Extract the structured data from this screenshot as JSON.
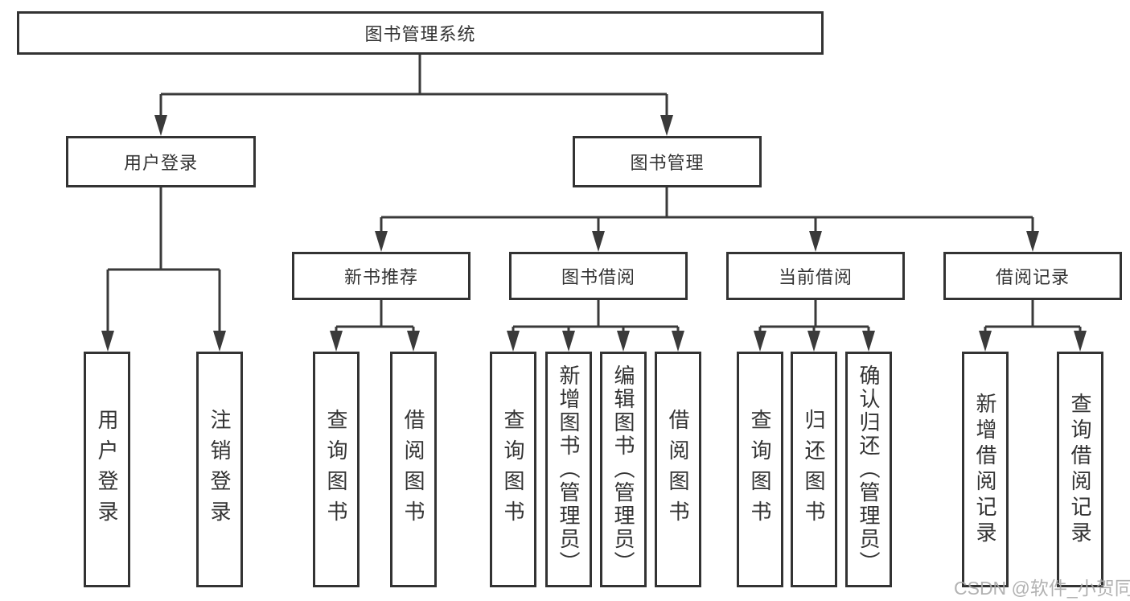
{
  "watermark": "CSDN @软件_小贺同学",
  "colors": {
    "line": "#3a3a3a",
    "border": "#333333",
    "text": "#333333",
    "watermark": "#aaaaaa",
    "background": "#ffffff"
  },
  "nodes": {
    "root": {
      "label": "图书管理系统"
    },
    "user_login": {
      "label": "用户登录"
    },
    "book_mgmt": {
      "label": "图书管理"
    },
    "new_books": {
      "label": "新书推荐"
    },
    "book_borrow": {
      "label": "图书借阅"
    },
    "current_borrow": {
      "label": "当前借阅"
    },
    "borrow_records": {
      "label": "借阅记录"
    },
    "leaf_user_login": {
      "label": "用户登录"
    },
    "leaf_logout": {
      "label": "注销登录"
    },
    "leaf_nb_query": {
      "label": "查询图书"
    },
    "leaf_nb_borrow": {
      "label": "借阅图书"
    },
    "leaf_bb_query": {
      "label": "查询图书"
    },
    "leaf_bb_add": {
      "label": "新增图书（管理员）"
    },
    "leaf_bb_edit": {
      "label": "编辑图书（管理员）"
    },
    "leaf_bb_borrow": {
      "label": "借阅图书"
    },
    "leaf_cb_query": {
      "label": "查询图书"
    },
    "leaf_cb_return": {
      "label": "归还图书"
    },
    "leaf_cb_confirm": {
      "label": "确认归还（管理员）"
    },
    "leaf_br_add": {
      "label": "新增借阅记录"
    },
    "leaf_br_query": {
      "label": "查询借阅记录"
    }
  }
}
